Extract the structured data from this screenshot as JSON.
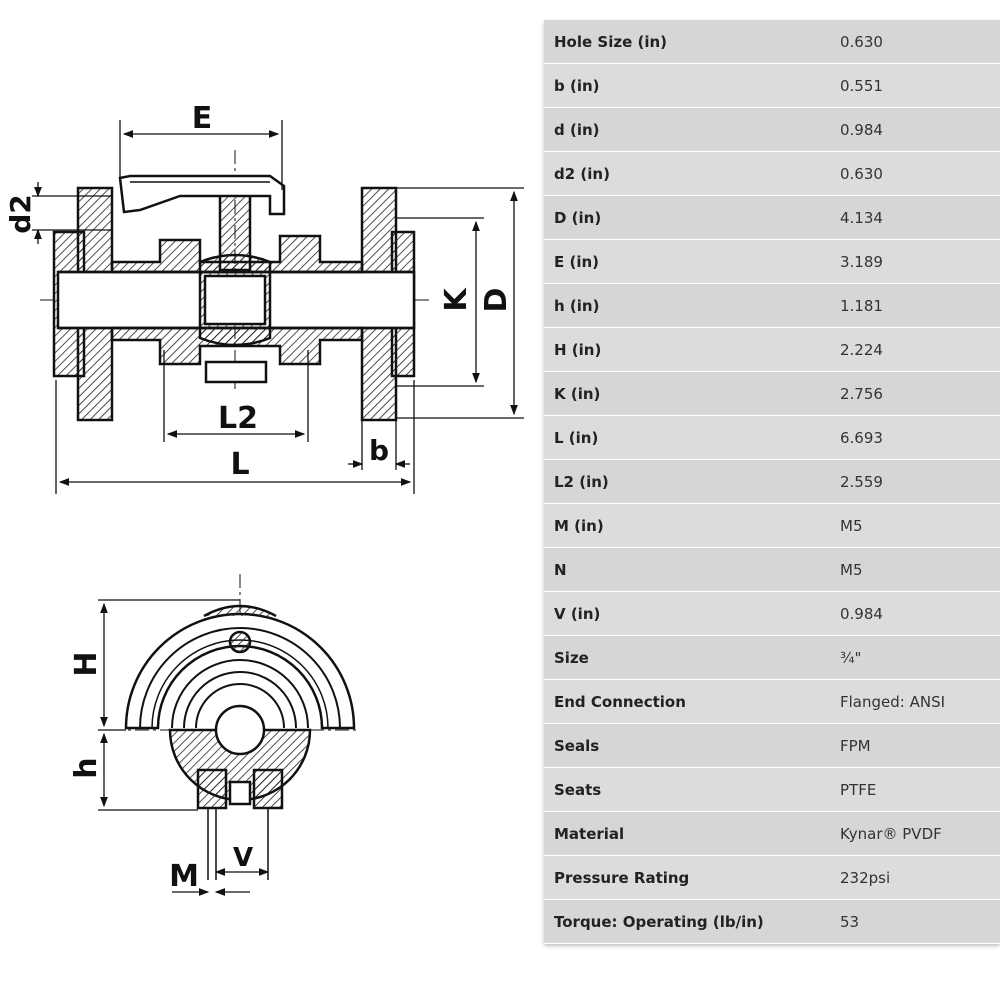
{
  "drawing": {
    "top_view_labels": {
      "E": "E",
      "d2": "d2",
      "K": "K",
      "D": "D",
      "L2": "L2",
      "L": "L",
      "b": "b"
    },
    "side_view_labels": {
      "H": "H",
      "h": "h",
      "M": "M",
      "V": "V"
    }
  },
  "specs": [
    {
      "label": "Hole Size (in)",
      "value": "0.630"
    },
    {
      "label": "b (in)",
      "value": "0.551"
    },
    {
      "label": "d (in)",
      "value": "0.984"
    },
    {
      "label": "d2 (in)",
      "value": "0.630"
    },
    {
      "label": "D (in)",
      "value": "4.134"
    },
    {
      "label": "E (in)",
      "value": "3.189"
    },
    {
      "label": "h (in)",
      "value": "1.181"
    },
    {
      "label": "H (in)",
      "value": "2.224"
    },
    {
      "label": "K (in)",
      "value": "2.756"
    },
    {
      "label": "L (in)",
      "value": "6.693"
    },
    {
      "label": "L2 (in)",
      "value": "2.559"
    },
    {
      "label": "M (in)",
      "value": "M5"
    },
    {
      "label": "N",
      "value": "M5"
    },
    {
      "label": "V (in)",
      "value": "0.984"
    },
    {
      "label": "Size",
      "value": "¾\""
    },
    {
      "label": "End Connection",
      "value": "Flanged: ANSI"
    },
    {
      "label": "Seals",
      "value": "FPM"
    },
    {
      "label": "Seats",
      "value": "PTFE"
    },
    {
      "label": "Material",
      "value": "Kynar® PVDF"
    },
    {
      "label": "Pressure Rating",
      "value": "232psi"
    },
    {
      "label": "Torque: Operating (lb/in)",
      "value": "53"
    }
  ]
}
